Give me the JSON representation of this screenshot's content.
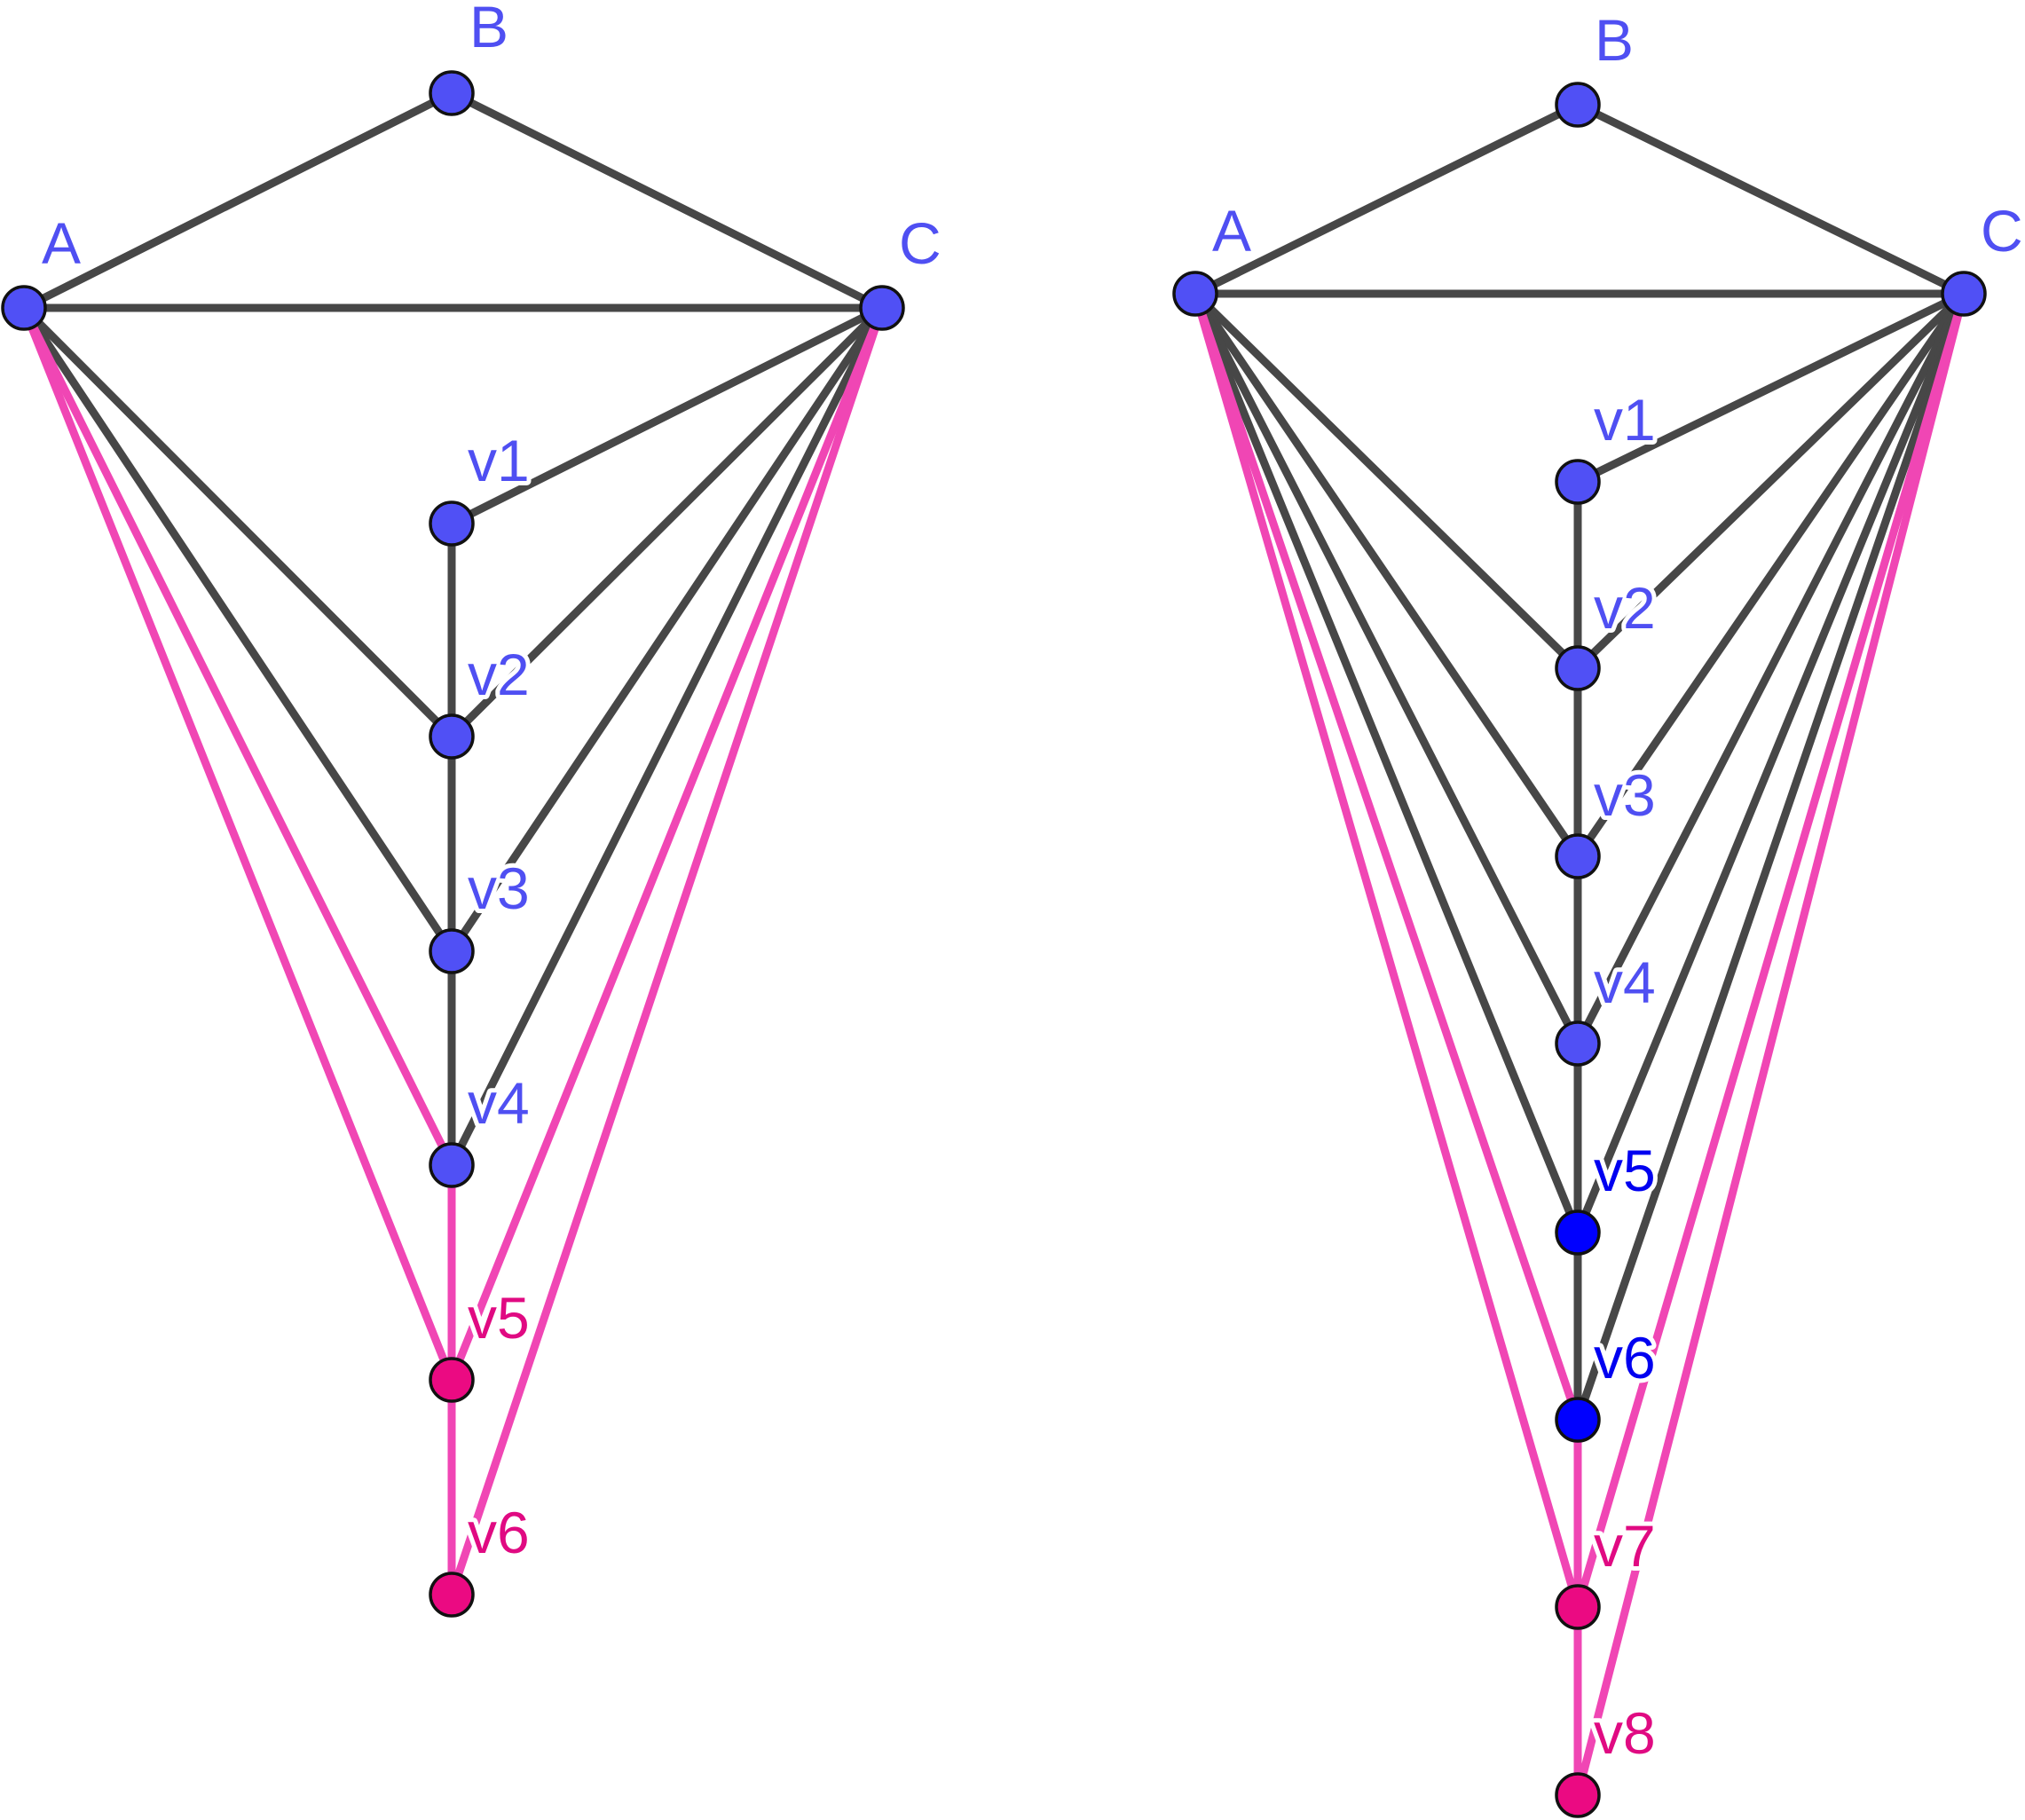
{
  "colors": {
    "dark_edge": "#474747",
    "pink_edge": "#f046b4",
    "blue_node": "#5050f5",
    "deep_blue_node": "#0000ff",
    "pink_node": "#eb0a82",
    "blue_label": "#4f4ff2",
    "deep_blue_label": "#0000f0",
    "pink_label": "#e00a82"
  },
  "graphs": [
    {
      "name": "left-graph",
      "vertices": [
        {
          "id": "A",
          "label": "A",
          "color": "blue"
        },
        {
          "id": "B",
          "label": "B",
          "color": "blue"
        },
        {
          "id": "C",
          "label": "C",
          "color": "blue"
        },
        {
          "id": "v1",
          "label": "v1",
          "color": "blue"
        },
        {
          "id": "v2",
          "label": "v2",
          "color": "blue"
        },
        {
          "id": "v3",
          "label": "v3",
          "color": "blue"
        },
        {
          "id": "v4",
          "label": "v4",
          "color": "blue"
        },
        {
          "id": "v5",
          "label": "v5",
          "color": "pink"
        },
        {
          "id": "v6",
          "label": "v6",
          "color": "pink"
        }
      ],
      "edges": [
        {
          "from": "A",
          "to": "B",
          "color": "dark"
        },
        {
          "from": "B",
          "to": "C",
          "color": "dark"
        },
        {
          "from": "A",
          "to": "C",
          "color": "dark"
        },
        {
          "from": "C",
          "to": "v1",
          "color": "dark"
        },
        {
          "from": "C",
          "to": "v2",
          "color": "dark"
        },
        {
          "from": "C",
          "to": "v3",
          "color": "dark"
        },
        {
          "from": "C",
          "to": "v4",
          "color": "dark"
        },
        {
          "from": "C",
          "to": "v5",
          "color": "pink"
        },
        {
          "from": "C",
          "to": "v6",
          "color": "pink"
        },
        {
          "from": "A",
          "to": "v2",
          "color": "dark"
        },
        {
          "from": "A",
          "to": "v3",
          "color": "dark"
        },
        {
          "from": "A",
          "to": "v4",
          "color": "pink"
        },
        {
          "from": "A",
          "to": "v5",
          "color": "pink"
        },
        {
          "from": "v1",
          "to": "v2",
          "color": "dark"
        },
        {
          "from": "v2",
          "to": "v3",
          "color": "dark"
        },
        {
          "from": "v3",
          "to": "v4",
          "color": "dark"
        },
        {
          "from": "v4",
          "to": "v5",
          "color": "pink"
        },
        {
          "from": "v5",
          "to": "v6",
          "color": "pink"
        }
      ]
    },
    {
      "name": "right-graph",
      "vertices": [
        {
          "id": "A",
          "label": "A",
          "color": "blue"
        },
        {
          "id": "B",
          "label": "B",
          "color": "blue"
        },
        {
          "id": "C",
          "label": "C",
          "color": "blue"
        },
        {
          "id": "v1",
          "label": "v1",
          "color": "blue"
        },
        {
          "id": "v2",
          "label": "v2",
          "color": "blue"
        },
        {
          "id": "v3",
          "label": "v3",
          "color": "blue"
        },
        {
          "id": "v4",
          "label": "v4",
          "color": "blue"
        },
        {
          "id": "v5",
          "label": "v5",
          "color": "deep_blue"
        },
        {
          "id": "v6",
          "label": "v6",
          "color": "deep_blue"
        },
        {
          "id": "v7",
          "label": "v7",
          "color": "pink"
        },
        {
          "id": "v8",
          "label": "v8",
          "color": "pink"
        }
      ],
      "edges": [
        {
          "from": "A",
          "to": "B",
          "color": "dark"
        },
        {
          "from": "B",
          "to": "C",
          "color": "dark"
        },
        {
          "from": "A",
          "to": "C",
          "color": "dark"
        },
        {
          "from": "C",
          "to": "v1",
          "color": "dark"
        },
        {
          "from": "C",
          "to": "v2",
          "color": "dark"
        },
        {
          "from": "C",
          "to": "v3",
          "color": "dark"
        },
        {
          "from": "C",
          "to": "v4",
          "color": "dark"
        },
        {
          "from": "C",
          "to": "v5",
          "color": "dark"
        },
        {
          "from": "C",
          "to": "v6",
          "color": "dark"
        },
        {
          "from": "C",
          "to": "v7",
          "color": "pink"
        },
        {
          "from": "C",
          "to": "v8",
          "color": "pink"
        },
        {
          "from": "A",
          "to": "v2",
          "color": "dark"
        },
        {
          "from": "A",
          "to": "v3",
          "color": "dark"
        },
        {
          "from": "A",
          "to": "v4",
          "color": "dark"
        },
        {
          "from": "A",
          "to": "v5",
          "color": "dark"
        },
        {
          "from": "A",
          "to": "v6",
          "color": "pink"
        },
        {
          "from": "A",
          "to": "v7",
          "color": "pink"
        },
        {
          "from": "v1",
          "to": "v2",
          "color": "dark"
        },
        {
          "from": "v2",
          "to": "v3",
          "color": "dark"
        },
        {
          "from": "v3",
          "to": "v4",
          "color": "dark"
        },
        {
          "from": "v4",
          "to": "v5",
          "color": "dark"
        },
        {
          "from": "v5",
          "to": "v6",
          "color": "dark"
        },
        {
          "from": "v6",
          "to": "v7",
          "color": "pink"
        },
        {
          "from": "v7",
          "to": "v8",
          "color": "pink"
        }
      ]
    }
  ]
}
